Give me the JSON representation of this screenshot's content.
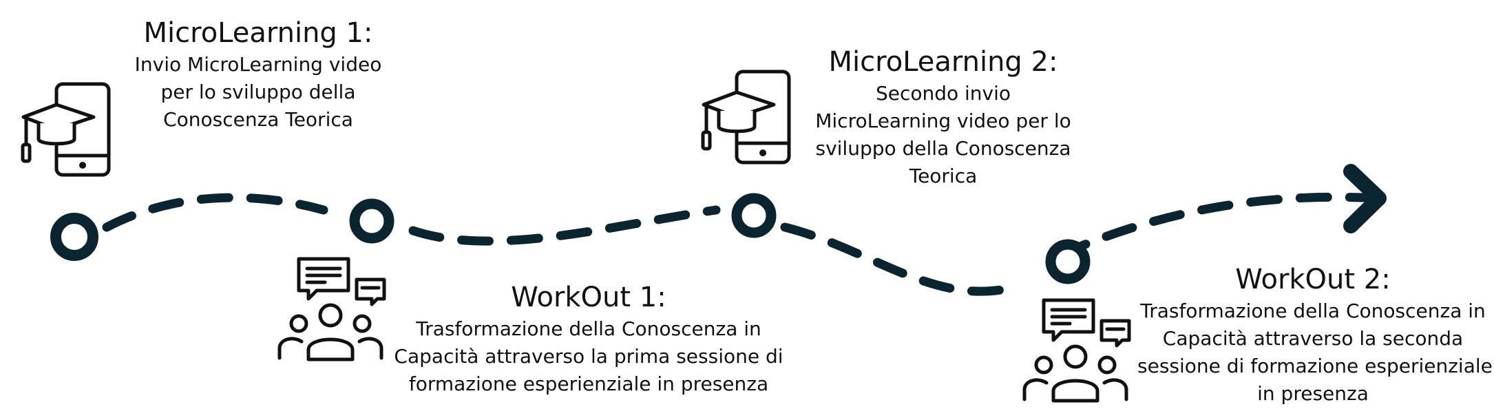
{
  "steps": [
    {
      "title": "MicroLearning 1:",
      "lines": [
        "Invio MicroLearning video",
        "per lo sviluppo della",
        "Conoscenza Teorica"
      ],
      "icon": "graduation-cap-phone-icon"
    },
    {
      "title": "WorkOut 1:",
      "lines": [
        "Trasformazione della Conoscenza in",
        "Capacità attraverso la prima sessione di",
        "formazione esperienziale in presenza"
      ],
      "icon": "group-discussion-icon"
    },
    {
      "title": "MicroLearning 2:",
      "lines": [
        "Secondo invio",
        "MicroLearning video per lo",
        "sviluppo della Conoscenza",
        "Teorica"
      ],
      "icon": "graduation-cap-phone-icon"
    },
    {
      "title": "WorkOut 2:",
      "lines": [
        "Trasformazione della Conoscenza in",
        "Capacità attraverso la seconda",
        "sessione di formazione esperienziale",
        "in presenza"
      ],
      "icon": "group-discussion-icon"
    }
  ],
  "colors": {
    "path": "#0b2530",
    "icon": "#111111",
    "text": "#111111"
  }
}
